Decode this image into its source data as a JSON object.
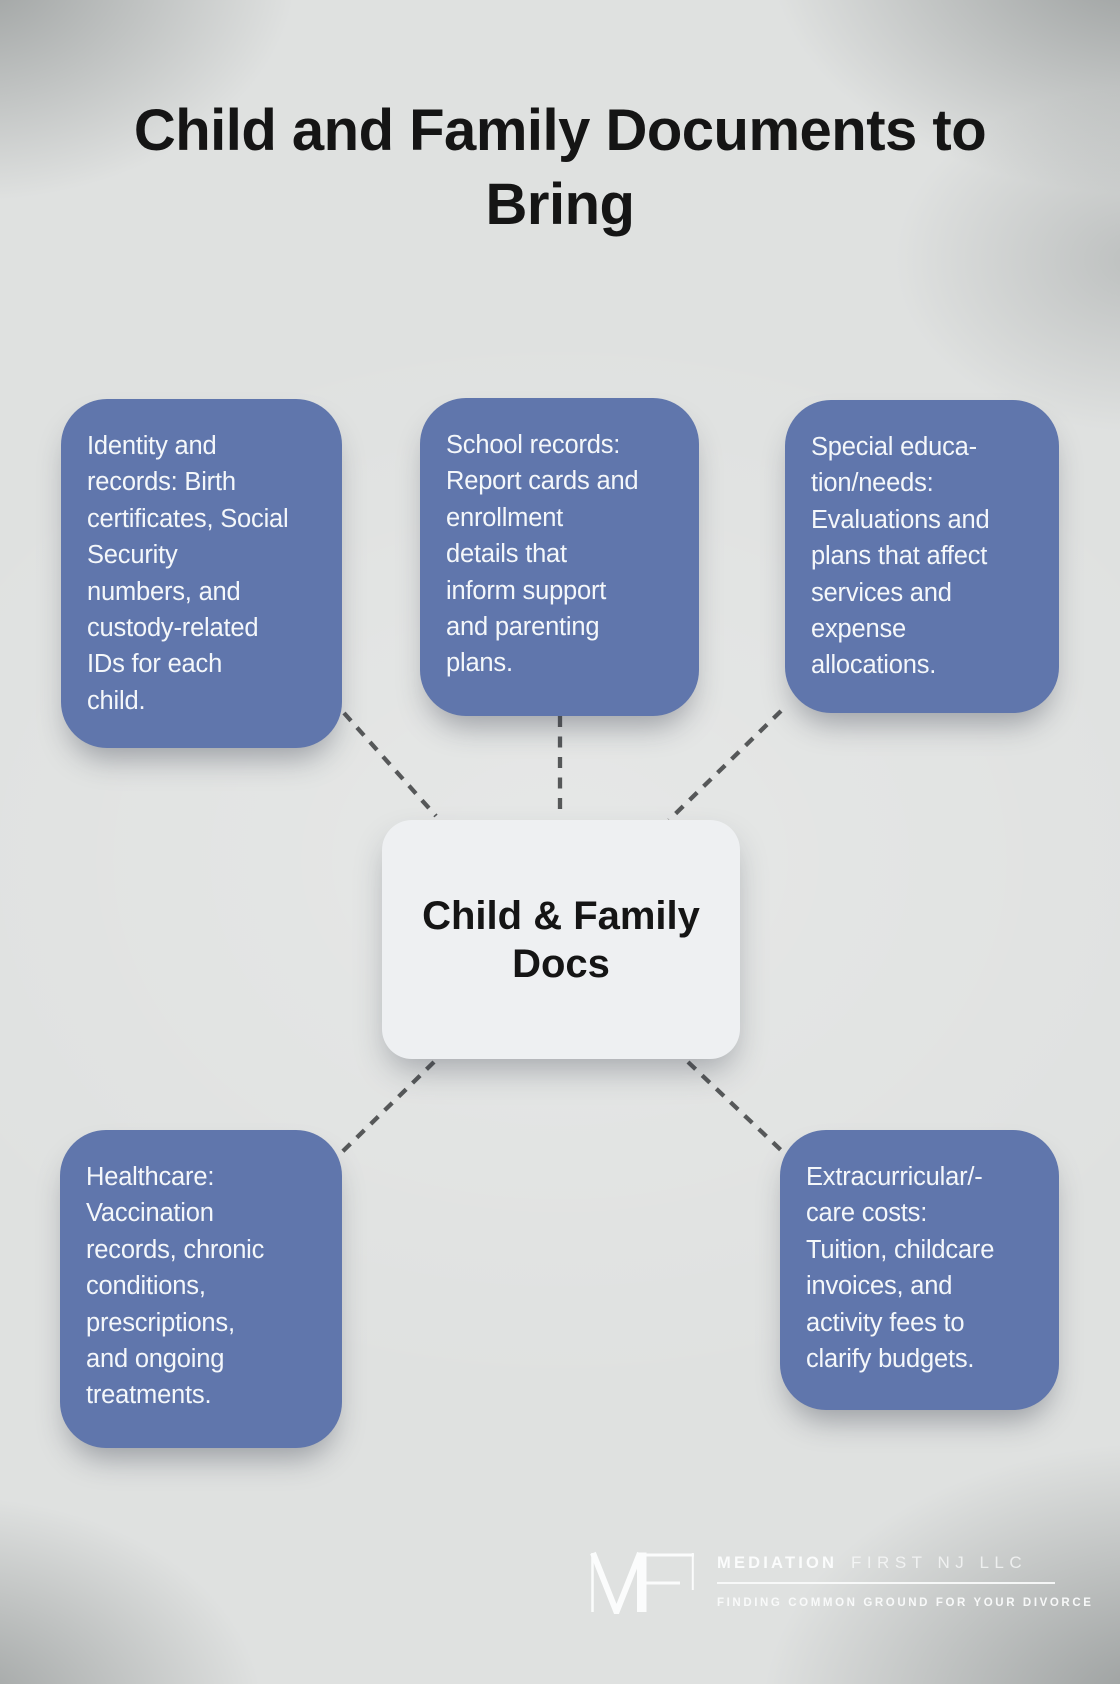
{
  "title": "Child and Family Documents to\nBring",
  "center": {
    "label": "Child & Family\nDocs"
  },
  "nodes": [
    {
      "id": "identity-records",
      "text": "Identity and\nrecords: Birth\ncertificates, Social\nSecurity\nnumbers, and\ncustody-related\nIDs for each\nchild."
    },
    {
      "id": "school-records",
      "text": "School records:\nReport cards and\nenrollment\ndetails that\ninform support\nand parenting\nplans."
    },
    {
      "id": "special-education",
      "text": "Special educa-\ntion/needs:\nEvaluations and\nplans that affect\nservices and\nexpense\nallocations."
    },
    {
      "id": "healthcare",
      "text": "Healthcare:\nVaccination\nrecords, chronic\nconditions,\nprescriptions,\nand ongoing\ntreatments."
    },
    {
      "id": "extracurricular",
      "text": "Extracurricular/-\ncare costs:\nTuition, childcare\ninvoices, and\nactivity fees to\nclarify budgets."
    }
  ],
  "logo": {
    "monogram": "MF",
    "name_bold": "MEDIATION",
    "name_light": "FIRST NJ LLC",
    "tagline": "FINDING COMMON GROUND FOR YOUR DIVORCE"
  },
  "colors": {
    "background": "#dfe1e0",
    "title": "#151515",
    "node_fill": "#6076ac",
    "node_text": "#f4f7fa",
    "center_fill": "#eef0f2",
    "center_text": "#151515",
    "connector": "#565859",
    "logo": "#fbfcfc"
  }
}
